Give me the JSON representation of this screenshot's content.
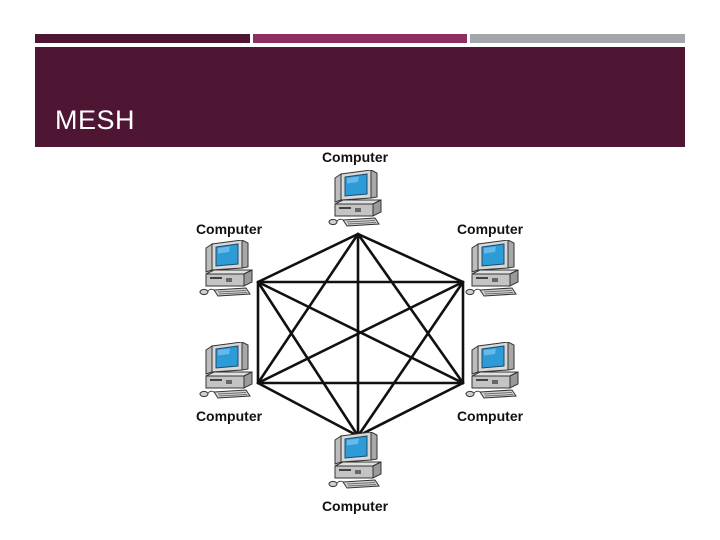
{
  "slide": {
    "title": "MESH"
  },
  "accents": {
    "bar1": "#4f1634",
    "bar2": "#8c2f5e",
    "bar3": "#a3a6aa",
    "band": "#4f1634"
  },
  "diagram": {
    "topology": "full mesh",
    "nodes": [
      {
        "id": "top",
        "label": "Computer"
      },
      {
        "id": "upper-left",
        "label": "Computer"
      },
      {
        "id": "upper-right",
        "label": "Computer"
      },
      {
        "id": "lower-left",
        "label": "Computer"
      },
      {
        "id": "lower-right",
        "label": "Computer"
      },
      {
        "id": "bottom",
        "label": "Computer"
      }
    ],
    "links": [
      [
        "top",
        "upper-left"
      ],
      [
        "top",
        "upper-right"
      ],
      [
        "top",
        "lower-left"
      ],
      [
        "top",
        "lower-right"
      ],
      [
        "top",
        "bottom"
      ],
      [
        "upper-left",
        "upper-right"
      ],
      [
        "upper-left",
        "lower-left"
      ],
      [
        "upper-left",
        "lower-right"
      ],
      [
        "upper-left",
        "bottom"
      ],
      [
        "upper-right",
        "lower-left"
      ],
      [
        "upper-right",
        "lower-right"
      ],
      [
        "upper-right",
        "bottom"
      ],
      [
        "lower-left",
        "lower-right"
      ],
      [
        "lower-left",
        "bottom"
      ],
      [
        "lower-right",
        "bottom"
      ]
    ]
  }
}
